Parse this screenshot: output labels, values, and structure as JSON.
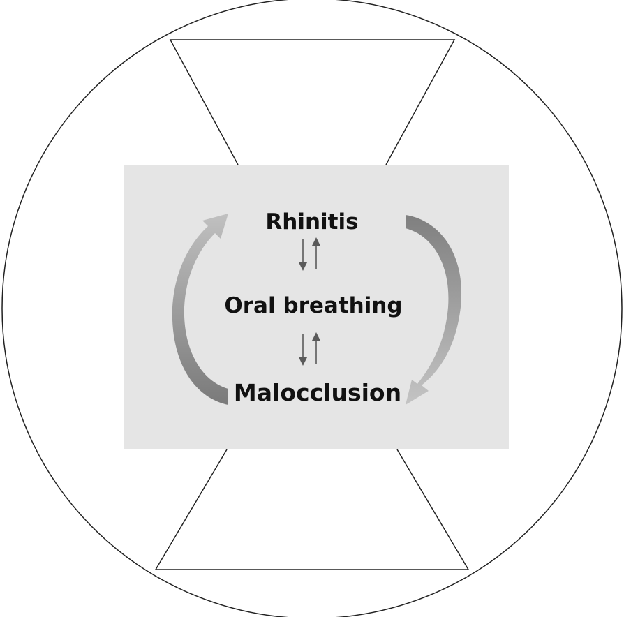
{
  "diagram": {
    "nodes": {
      "top": "Rhinitis",
      "middle": "Oral breathing",
      "bottom": "Malocclusion"
    },
    "colors": {
      "outline": "#222222",
      "panel": "#e5e5e5",
      "arrow_dark": "#808080",
      "arrow_light": "#b8b8b8",
      "small_arrow": "#5a5a5a",
      "text": "#111111"
    },
    "relations": [
      {
        "from": "Rhinitis",
        "to": "Oral breathing",
        "style": "bidirectional"
      },
      {
        "from": "Oral breathing",
        "to": "Malocclusion",
        "style": "bidirectional"
      },
      {
        "from": "Rhinitis",
        "to": "Malocclusion",
        "style": "curved-arrow-right"
      },
      {
        "from": "Malocclusion",
        "to": "Rhinitis",
        "style": "curved-arrow-left"
      }
    ]
  }
}
